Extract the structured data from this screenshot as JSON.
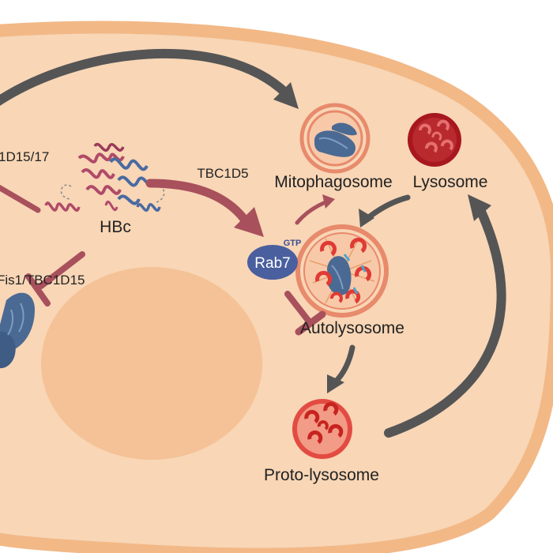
{
  "labels": {
    "hbc": "HBc",
    "tbc1d15_17": "1D15/17",
    "fis1_tbc1d15": "Fis1/TBC1D15",
    "tbc1d5": "TBC1D5",
    "mitophagosome": "Mitophagosome",
    "lysosome": "Lysosome",
    "gtp": "GTP",
    "rab7": "Rab7",
    "autolysosome": "Autolysosome",
    "proto_lysosome": "Proto-lysosome"
  },
  "colors": {
    "cell_fill": "#f8d6b6",
    "cell_border": "#f2b886",
    "nucleus": "#f4c296",
    "arrow_gray": "#555555",
    "arrow_maroon": "#a8505c",
    "rab7_blue": "#4a5f9e",
    "lysosome_red": "#a8171f",
    "mitochondria_blue": "#4b6a93",
    "protein_pink": "#b04a68",
    "protein_blue": "#4a6aa0"
  }
}
